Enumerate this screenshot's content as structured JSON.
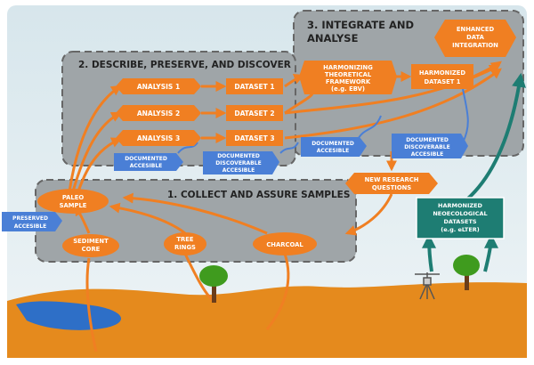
{
  "sections": {
    "integrate": {
      "title_line1": "3. INTEGRATE AND",
      "title_line2": "ANALYSE"
    },
    "describe": {
      "title": "2. DESCRIBE, PRESERVE, AND DISCOVER"
    },
    "collect": {
      "title": "1. COLLECT AND ASSURE SAMPLES"
    }
  },
  "analyses": [
    {
      "label": "ANALYSIS 1"
    },
    {
      "label": "ANALYSIS 2"
    },
    {
      "label": "ANALYSIS 3"
    }
  ],
  "datasets": [
    {
      "label": "DATASET 1"
    },
    {
      "label": "DATASET 2"
    },
    {
      "label": "DATASET 3"
    }
  ],
  "integration": {
    "harmonizing_line1": "HARMONIZING",
    "harmonizing_line2": "THEORETICAL",
    "harmonizing_line3": "FRAMEWORK",
    "harmonizing_line4": "(e.g. EBV)",
    "harmonized_line1": "HARMONIZED",
    "harmonized_line2": "DATASET 1",
    "enhanced_line1": "ENHANCED",
    "enhanced_line2": "DATA",
    "enhanced_line3": "INTEGRATION"
  },
  "tags": {
    "doc_acc_line1": "DOCUMENTED",
    "doc_acc_line2": "ACCESIBLE",
    "doc_disc_line1": "DOCUMENTED",
    "doc_disc_line2": "DISCOVERABLE",
    "doc_disc_line3": "ACCESIBLE",
    "preserved_line1": "PRESERVED",
    "preserved_line2": "ACCESIBLE"
  },
  "research": {
    "line1": "NEW RESEARCH",
    "line2": "QUESTIONS"
  },
  "samples": {
    "paleo_line1": "PALEO",
    "paleo_line2": "SAMPLE",
    "sediment_line1": "SEDIMENT",
    "sediment_line2": "CORE",
    "tree_line1": "TREE",
    "tree_line2": "RINGS",
    "charcoal": "CHARCOAL"
  },
  "neo": {
    "line1": "HARMONIZED",
    "line2": "NEOECOLOGICAL",
    "line3": "DATASETS",
    "line4": "(e.g. eLTER)"
  },
  "colors": {
    "orange": "#f07f22",
    "panel": "#9fa5a8",
    "blue_tag": "#4a7fd6",
    "teal": "#1e7d73",
    "ground": "#e58a1d",
    "water": "#2e6fc7",
    "tree_green": "#3f9b1e"
  },
  "icons": [
    "tree-icon",
    "weather-station-icon"
  ]
}
